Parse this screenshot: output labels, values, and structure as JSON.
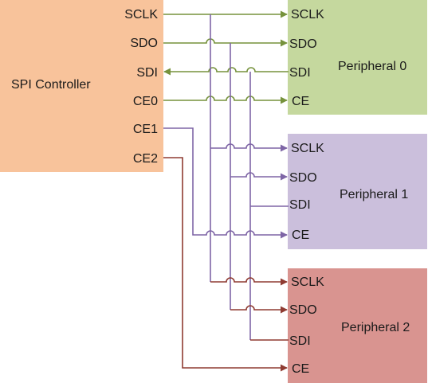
{
  "controller": {
    "name": "SPI Controller",
    "pins": {
      "sclk": "SCLK",
      "sdo": "SDO",
      "sdi": "SDI",
      "ce0": "CE0",
      "ce1": "CE1",
      "ce2": "CE2"
    }
  },
  "peripherals": [
    {
      "name": "Peripheral 0",
      "pins": {
        "sclk": "SCLK",
        "sdo": "SDO",
        "sdi": "SDI",
        "ce": "CE"
      }
    },
    {
      "name": "Peripheral 1",
      "pins": {
        "sclk": "SCLK",
        "sdo": "SDO",
        "sdi": "SDI",
        "ce": "CE"
      }
    },
    {
      "name": "Peripheral 2",
      "pins": {
        "sclk": "SCLK",
        "sdo": "SDO",
        "sdi": "SDI",
        "ce": "CE"
      }
    }
  ],
  "colors": {
    "controller_fill": "#f8c39b",
    "peripheral0_fill": "#c5d89e",
    "peripheral1_fill": "#cbbfdc",
    "peripheral2_fill": "#d99490",
    "wire_p0": "#76923c",
    "wire_p1": "#7e65a6",
    "wire_p2": "#8f3b32"
  }
}
